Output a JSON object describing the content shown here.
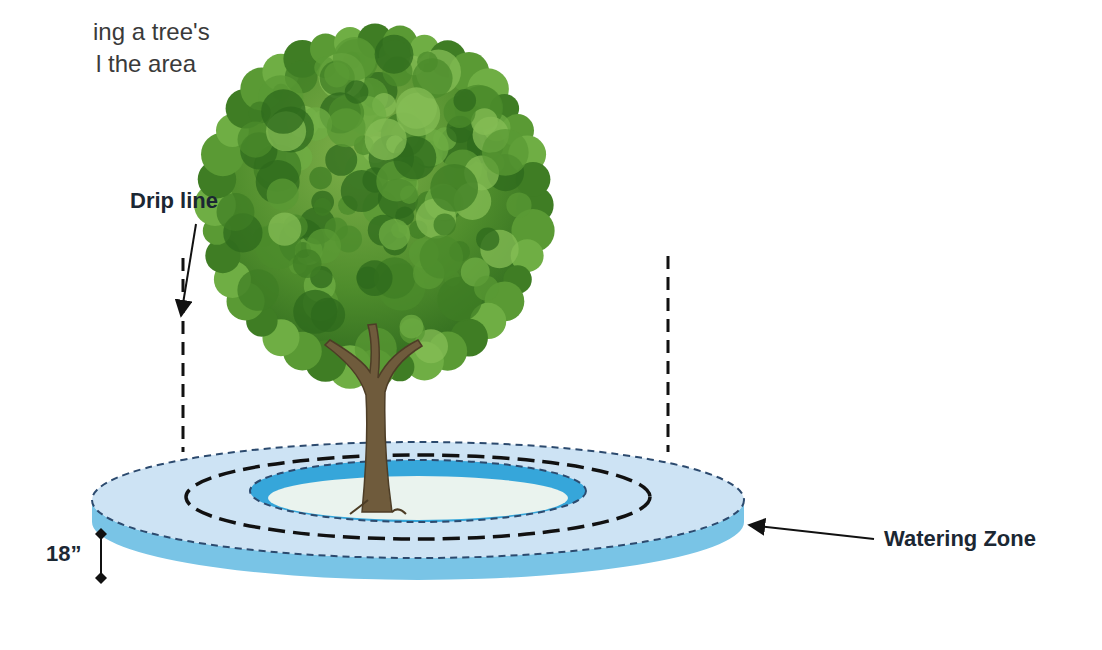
{
  "diagram": {
    "labels": [
      "ing a tree's",
      "l the area",
      "Drip line",
      "18”",
      "Watering Zone"
    ]
  }
}
